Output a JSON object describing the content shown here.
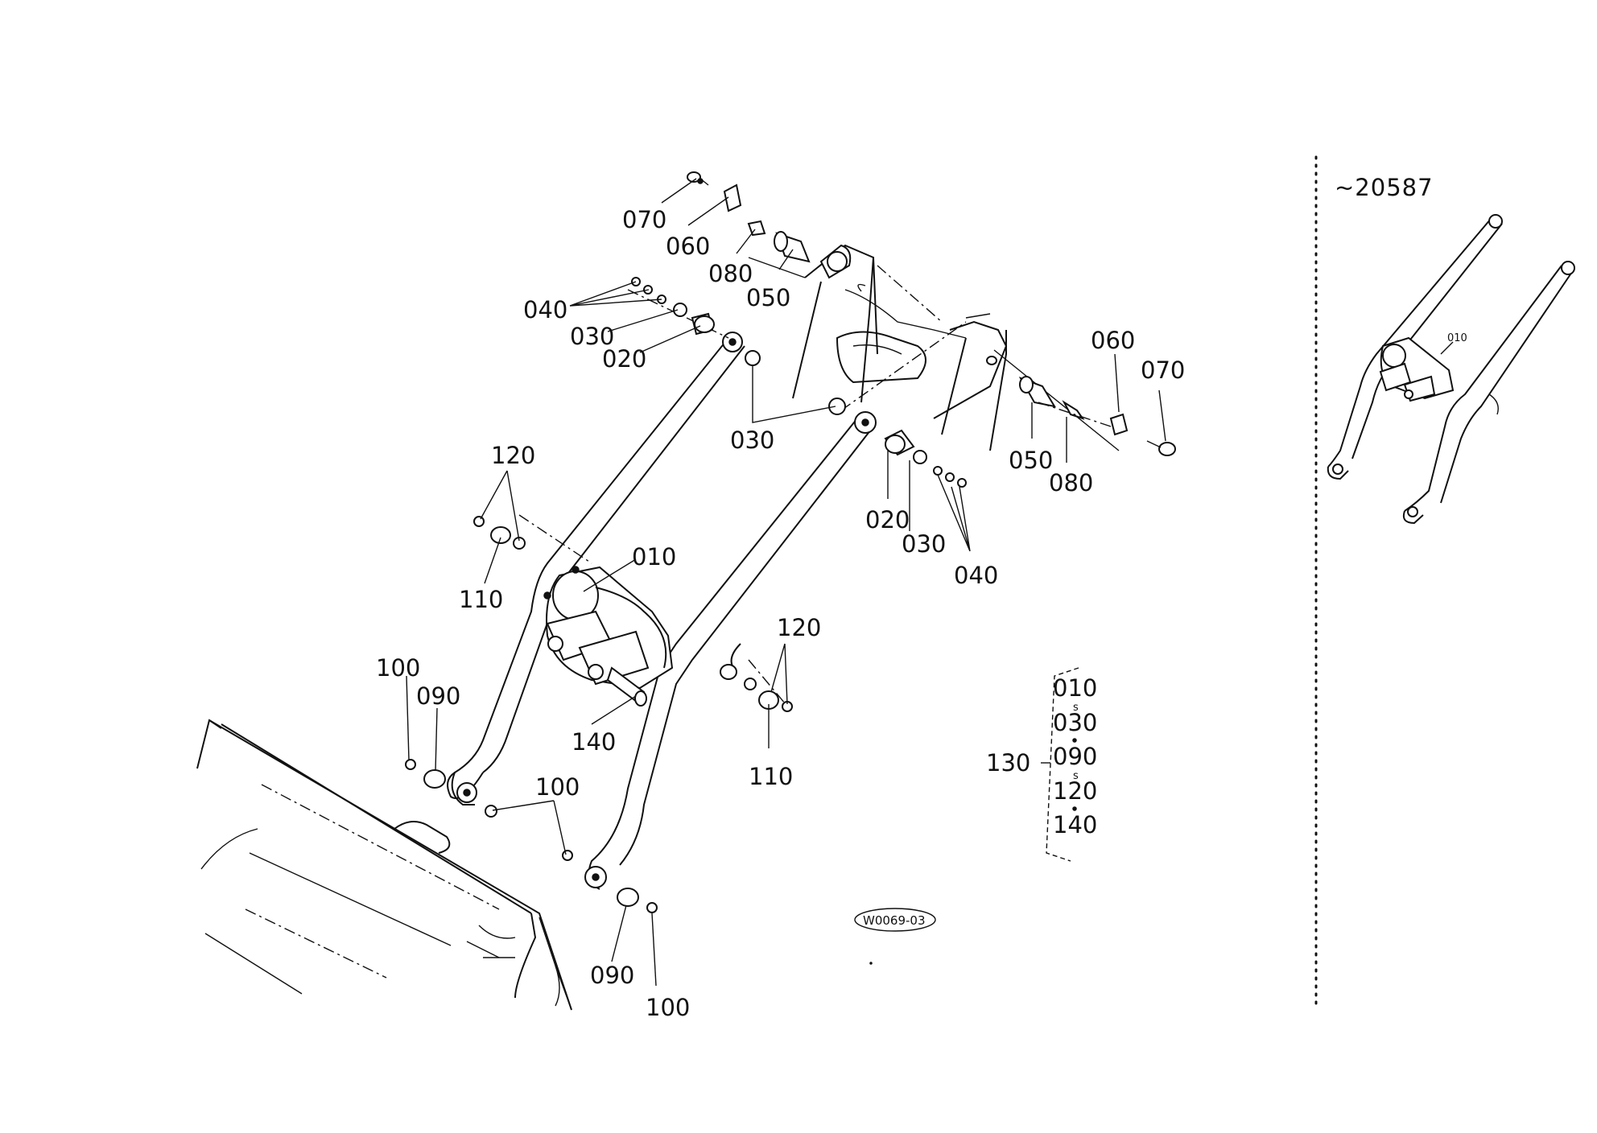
{
  "serial_note": "~20587",
  "drawing_code": "W0069-03",
  "callouts": {
    "c010": "010",
    "c020a": "020",
    "c020b": "020",
    "c030a": "030",
    "c030b": "030",
    "c030c": "030",
    "c040a": "040",
    "c040b": "040",
    "c050a": "050",
    "c050b": "050",
    "c060a": "060",
    "c060b": "060",
    "c070a": "070",
    "c070b": "070",
    "c080a": "080",
    "c080b": "080",
    "c090a": "090",
    "c090b": "090",
    "c100a": "100",
    "c100b": "100",
    "c100c": "100",
    "c110a": "110",
    "c110b": "110",
    "c120a": "120",
    "c120b": "120",
    "c140": "140",
    "c010_inset": "010"
  },
  "assembly_group": {
    "label": "130",
    "items": [
      "010",
      "030",
      "090",
      "120",
      "140"
    ]
  }
}
